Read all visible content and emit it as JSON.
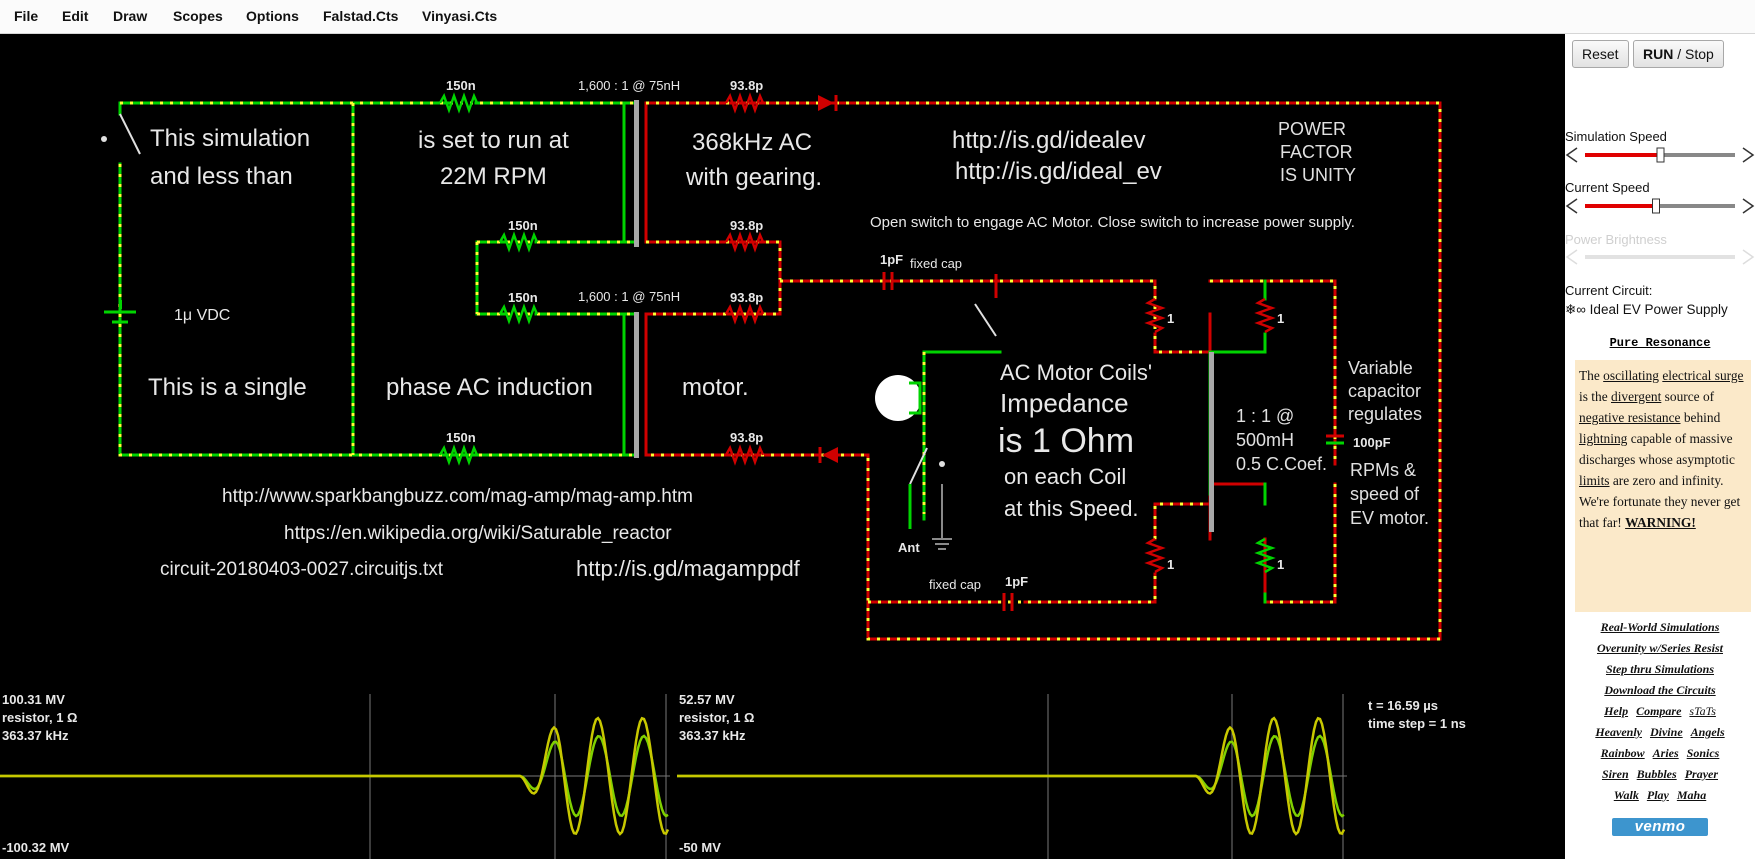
{
  "menu": [
    "File",
    "Edit",
    "Draw",
    "Scopes",
    "Options",
    "Falstad.Cts",
    "Vinyasi.Cts"
  ],
  "controls": {
    "reset_label": "Reset",
    "run_label": "RUN",
    "stop_label": " / Stop",
    "sim_speed_label": "Simulation Speed",
    "current_speed_label": "Current Speed",
    "power_brightness_label": "Power Brightness",
    "sim_speed_value": 0.5,
    "current_speed_value": 0.47,
    "current_circuit_label": "Current Circuit:",
    "current_circuit_name": "❄∞ Ideal EV Power Supply"
  },
  "info": {
    "title": "Pure Resonance",
    "text_parts": [
      "The ",
      "oscillating",
      " ",
      "electrical surge",
      " is the ",
      "divergent",
      " source of ",
      "negative resistance",
      " behind ",
      "lightning",
      " capable of massive discharges whose asymptotic ",
      "limits",
      " are zero and infinity. We're fortunate they never get that far! "
    ],
    "warning": "WARNING!"
  },
  "links": {
    "row1": [
      "Real-World Simulations"
    ],
    "row2": [
      "Overunity w/Series Resist"
    ],
    "row3": [
      "Step thru Simulations"
    ],
    "row4": [
      "Download the Circuits"
    ],
    "row5": [
      "Help",
      "Compare",
      "sTaTs"
    ],
    "row6": [
      "Heavenly",
      "Divine",
      "Angels"
    ],
    "row7": [
      "Rainbow",
      "Aries",
      "Sonics"
    ],
    "row8": [
      "Siren",
      "Bubbles",
      "Prayer"
    ],
    "row9": [
      "Walk",
      "Play",
      "Maha"
    ],
    "venmo": "venmo"
  },
  "circuit": {
    "text_sim1": "This simulation",
    "text_sim2": "and less than",
    "text_run1": "is set to run at",
    "text_run2": "22M RPM",
    "text_ac1": "368kHz AC",
    "text_ac2": "with gearing.",
    "url1": "http://is.gd/idealev",
    "url2": "http://is.gd/ideal_ev",
    "pf1": "POWER",
    "pf2": "FACTOR",
    "pf3": "IS UNITY",
    "instruction": "Open switch to engage AC Motor. Close switch to increase power supply.",
    "vdc": "1μ VDC",
    "single": "This is a single",
    "phase": "phase AC induction",
    "motor": "motor.",
    "coils1": "AC Motor Coils'",
    "coils2": "Impedance",
    "coils3": "is 1 Ohm",
    "coils4": "on each Coil",
    "coils5": "at this Speed.",
    "tr2_1": "1 : 1 @",
    "tr2_2": "500mH",
    "tr2_3": "0.5 C.Coef.",
    "var1": "Variable",
    "var2": "capacitor",
    "var3": "regulates",
    "var4": "RPMs &",
    "var5": "speed of",
    "var6": "EV motor.",
    "cap100": "100pF",
    "url3": "http://www.sparkbangbuzz.com/mag-amp/mag-amp.htm",
    "url4": "https://en.wikipedia.org/wiki/Saturable_reactor",
    "filename": "circuit-20180403-0027.circuitjs.txt",
    "url5": "http://is.gd/magamppdf",
    "fixed_cap": "fixed cap",
    "ant": "Ant",
    "tr1": "1,600 : 1 @ 75nH",
    "r150": "150n",
    "r93": "93.8p",
    "one_pf": "1pF",
    "one": "1"
  },
  "scope1": {
    "top": "100.31 MV",
    "name": "resistor, 1 Ω",
    "freq": "363.37 kHz",
    "bottom": "-100.32 MV"
  },
  "scope2": {
    "top": "52.57 MV",
    "name": "resistor, 1 Ω",
    "freq": "363.37 kHz",
    "bottom": "-50 MV"
  },
  "time": {
    "t": "t = 16.59 µs",
    "step": "time step = 1 ns"
  },
  "colors": {
    "green": "#00d400",
    "red": "#cc0000",
    "dots": "#ffff33",
    "gray": "#b0b0b0",
    "info_bg": "#fbe9c9",
    "venmo": "#3d95ce"
  }
}
